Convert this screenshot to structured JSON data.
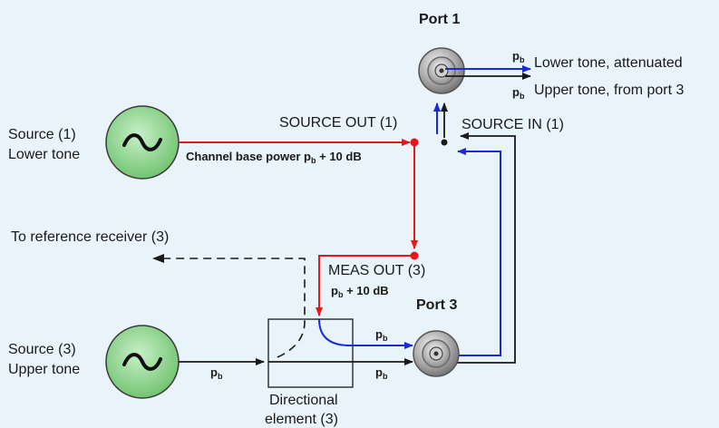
{
  "ports": {
    "port1": {
      "label": "Port 1"
    },
    "port3": {
      "label": "Port 3"
    }
  },
  "sources": {
    "source1": {
      "line1": "Source (1)",
      "line2": "Lower tone",
      "symbol": "~"
    },
    "source3": {
      "line1": "Source (3)",
      "line2": "Upper tone",
      "symbol": "~"
    }
  },
  "connectors": {
    "source_out": "SOURCE OUT (1)",
    "source_in": "SOURCE IN (1)",
    "meas_out": "MEAS OUT (3)",
    "to_reference": "To reference receiver (3)",
    "directional_line1": "Directional",
    "directional_line2": "element (3)"
  },
  "signals": {
    "channel_base_power_text": "Channel base power ",
    "pb_main": "p",
    "pb_sub": "b",
    "plus_10db": " + 10 dB",
    "lower_tone_attenuated": "Lower tone, attenuated",
    "upper_tone_from_port3": "Upper tone, from port 3"
  },
  "colors": {
    "background": "#e9f3fa",
    "red_path": "#e8151b",
    "blue_path": "#1a2bd6",
    "black_path": "#1a1a1a",
    "source_fill": "#8ed18e"
  }
}
